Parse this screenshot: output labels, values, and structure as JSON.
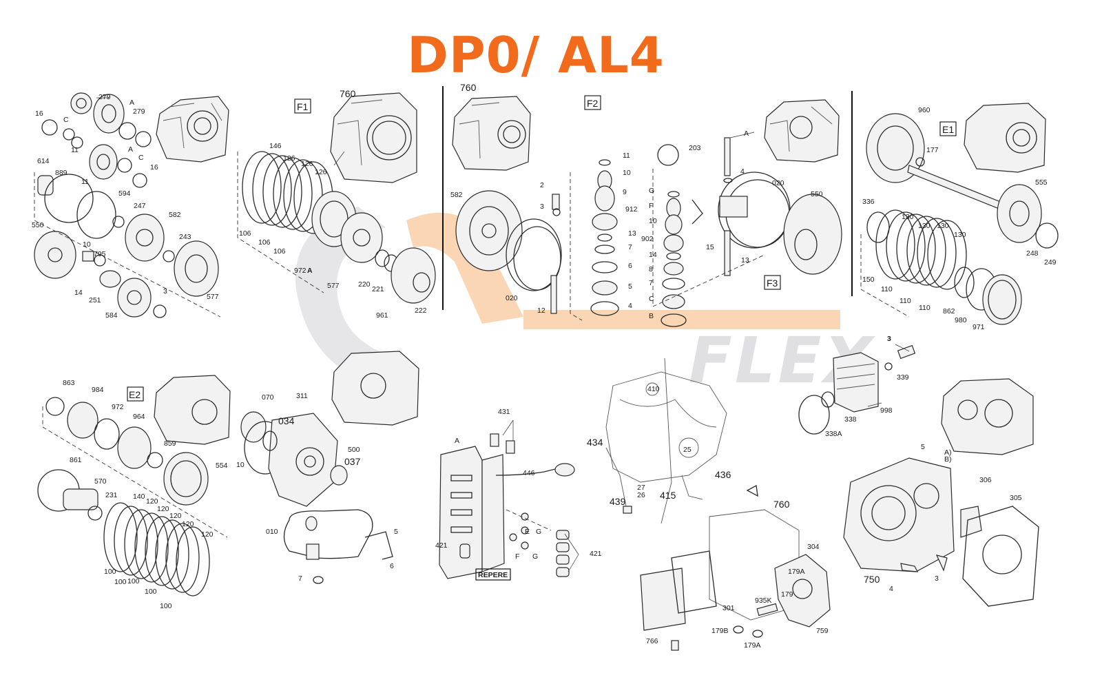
{
  "title": "DP0/ AL4",
  "watermark": {
    "text": "FLEX",
    "color_orange": "#f6a55c",
    "color_gray": "#c8c8cc"
  },
  "colors": {
    "title": "#f26a1b",
    "line": "#2a2a2a"
  },
  "sections": [
    "F1",
    "F2",
    "F3",
    "E1",
    "E2"
  ],
  "labels": {
    "p279a": "279",
    "pA1": "A",
    "p279b": "279",
    "p16a": "16",
    "pC1": "C",
    "p11a": "11",
    "pA2": "A",
    "pC2": "C",
    "p16b": "16",
    "p614": "614",
    "p889": "889",
    "p11b": "11",
    "p594": "594",
    "p247": "247",
    "p582a": "582",
    "p550a": "550",
    "p10a": "10",
    "p795": "795",
    "p243": "243",
    "p14a": "14",
    "p251": "251",
    "p584": "584",
    "p3a": "3",
    "p577a": "577",
    "p760a": "760",
    "p146": "146",
    "p126a": "126",
    "p126b": "126",
    "p126c": "126",
    "p106a": "106",
    "p106b": "106",
    "p106c": "106",
    "p972A": "972",
    "pAbold": "A",
    "p577b": "577",
    "p220": "220",
    "p221": "221",
    "p961": "961",
    "p222": "222",
    "p760b": "760",
    "p582b": "582",
    "p020a": "020",
    "p2": "2",
    "p3b": "3",
    "p12": "12",
    "p11c": "11",
    "p10b": "10",
    "p9": "9",
    "p912": "912",
    "p13a": "13",
    "p7a": "7",
    "p6": "6",
    "p5a": "5",
    "p4a": "4",
    "p203": "203",
    "pG": "G",
    "pF": "F",
    "p10c": "10",
    "p902": "902",
    "p14b": "14",
    "p8": "8",
    "p7b": "7",
    "pC3": "C",
    "pB": "B",
    "p15": "15",
    "pA3": "A",
    "p4b": "4",
    "p13b": "13",
    "p020b": "020",
    "p550b": "550",
    "p960": "960",
    "p177": "177",
    "p555": "555",
    "p336": "336",
    "p130a": "130",
    "p130b": "130",
    "p130c": "130",
    "p130d": "130",
    "p150": "150",
    "p110a": "110",
    "p110b": "110",
    "p110c": "110",
    "p862": "862",
    "p980": "980",
    "p971": "971",
    "p248": "248",
    "p249": "249",
    "p863": "863",
    "p984": "984",
    "p972": "972",
    "p964": "964",
    "p859": "859",
    "p554": "554",
    "p861": "861",
    "p570": "570",
    "p231": "231",
    "p140": "140",
    "p120a": "120",
    "p120b": "120",
    "p120c": "120",
    "p120d": "120",
    "p120e": "120",
    "p100a": "100",
    "p100b": "100",
    "p100c": "100",
    "p100d": "100",
    "p100e": "100",
    "p070": "070",
    "p311": "311",
    "p034": "034",
    "p500": "500",
    "p037": "037",
    "p010": "010",
    "p10d": "10",
    "p7c": "7",
    "p5b": "5",
    "p6b": "6",
    "p431": "431",
    "pA4": "A",
    "p446": "446",
    "pE": "E",
    "pG2": "G",
    "pF2": "F",
    "pG3": "G",
    "p421a": "421",
    "p421b": "421",
    "repere": "REPERE",
    "p410": "410",
    "p434": "434",
    "p25": "25",
    "p436": "436",
    "p27": "27",
    "p26": "26",
    "p439": "439",
    "p415": "415",
    "p3c": "3",
    "p339": "339",
    "p338": "338",
    "p998": "998",
    "p338A": "338A",
    "p760c": "760",
    "p304": "304",
    "p179A": "179A",
    "p179": "179",
    "p935K": "935K",
    "p301": "301",
    "p759": "759",
    "p766": "766",
    "p179B": "179B",
    "p179A2": "179A",
    "p5c": "5",
    "pAB": "A)",
    "pBB": "B)",
    "p306": "306",
    "p305": "305",
    "p750": "750",
    "p4c": "4",
    "p3d": "3"
  }
}
